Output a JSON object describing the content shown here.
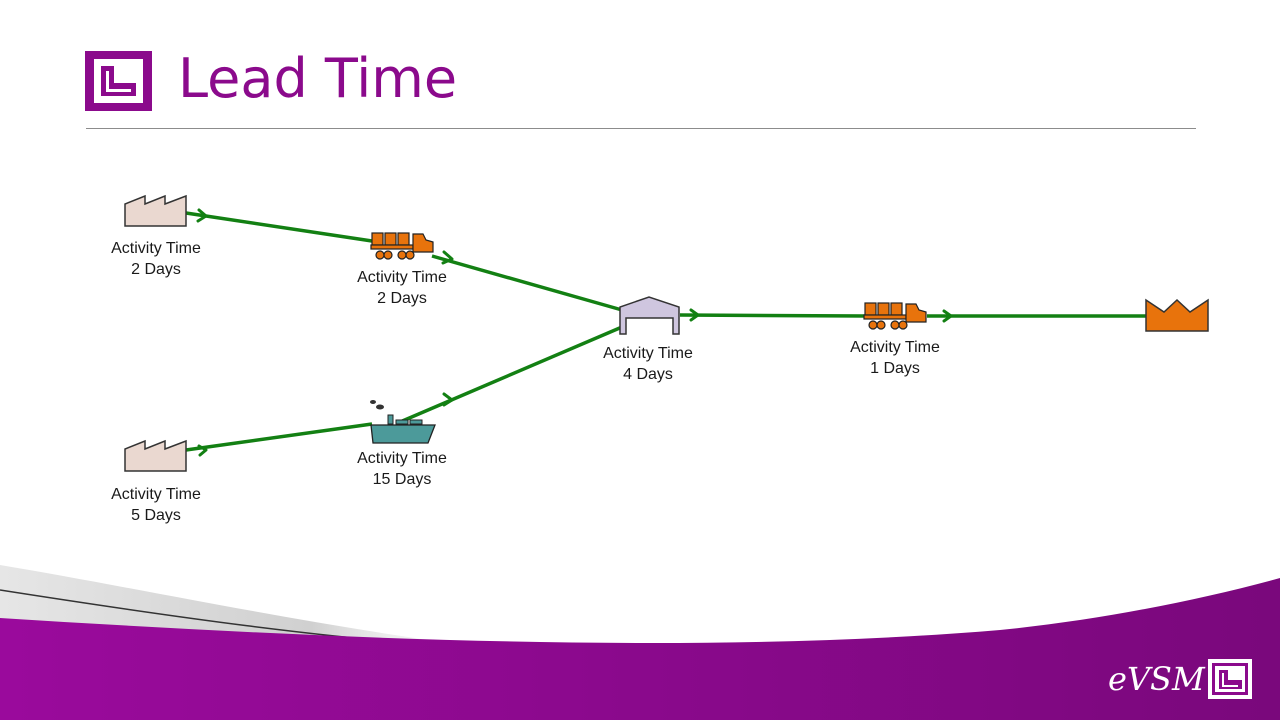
{
  "header": {
    "title": "Lead Time"
  },
  "brand": {
    "name": "eVSM"
  },
  "colors": {
    "accent": "#8B0A8C",
    "flow": "#138013",
    "transport": "#E8730C",
    "supplier": "#EAD8D0",
    "warehouse": "#CFC6DF",
    "ship": "#4C9A9A"
  },
  "nodes": {
    "supplier_1": {
      "icon": "factory-icon",
      "activity_label": "Activity Time",
      "time": "2 Days"
    },
    "truck_1": {
      "icon": "truck-icon",
      "activity_label": "Activity Time",
      "time": "2 Days"
    },
    "supplier_2": {
      "icon": "factory-icon",
      "activity_label": "Activity Time",
      "time": "5 Days"
    },
    "ship_1": {
      "icon": "ship-icon",
      "activity_label": "Activity Time",
      "time": "15 Days"
    },
    "warehouse": {
      "icon": "warehouse-icon",
      "activity_label": "Activity Time",
      "time": "4 Days"
    },
    "truck_2": {
      "icon": "truck-icon",
      "activity_label": "Activity Time",
      "time": "1 Days"
    },
    "customer": {
      "icon": "customer-factory-icon"
    }
  }
}
